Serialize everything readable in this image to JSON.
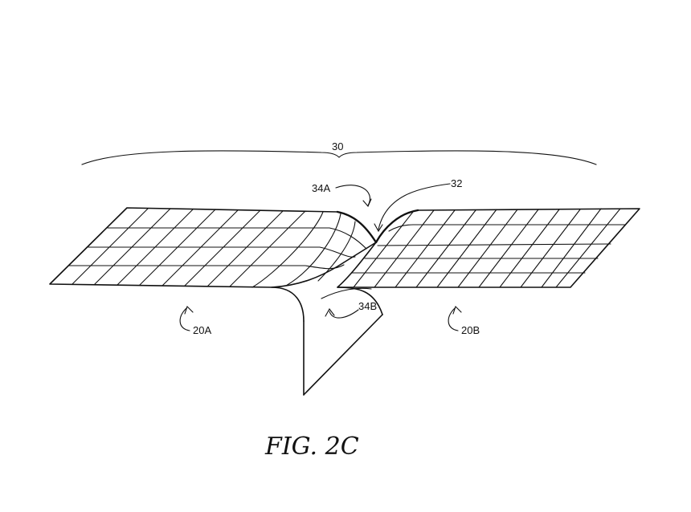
{
  "figure": {
    "caption": "FIG. 2C",
    "labels": {
      "display_ref": "30",
      "bend_region_ref": "32",
      "bend_top_ref": "34A",
      "bend_bottom_ref": "34B",
      "left_panel_ref": "20A",
      "right_panel_ref": "20B"
    }
  }
}
